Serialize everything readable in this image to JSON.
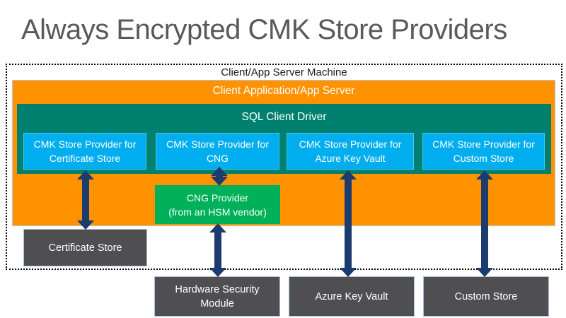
{
  "title": "Always Encrypted CMK Store Providers",
  "machine": {
    "label": "Client/App Server Machine"
  },
  "app_server": {
    "label": "Client Application/App Server"
  },
  "sql_driver": {
    "label": "SQL Client Driver"
  },
  "providers": [
    {
      "line1": "CMK Store Provider for",
      "line2": "Certificate Store"
    },
    {
      "line1": "CMK Store Provider for",
      "line2": "CNG"
    },
    {
      "line1": "CMK Store Provider for",
      "line2": "Azure Key Vault"
    },
    {
      "line1": "CMK Store Provider for",
      "line2": "Custom Store"
    }
  ],
  "cng_provider": {
    "line1": "CNG Provider",
    "line2": "(from an HSM vendor)"
  },
  "stores": [
    {
      "label": "Certificate Store"
    },
    {
      "label": "Hardware Security Module"
    },
    {
      "label": "Azure Key Vault"
    },
    {
      "label": "Custom Store"
    }
  ],
  "colors": {
    "orange": "#FF9200",
    "teal": "#00806F",
    "blue": "#00AEEF",
    "green": "#00B159",
    "dark_gray": "#4F4F51",
    "arrow_navy": "#1C3B6E",
    "title_gray": "#595959"
  }
}
